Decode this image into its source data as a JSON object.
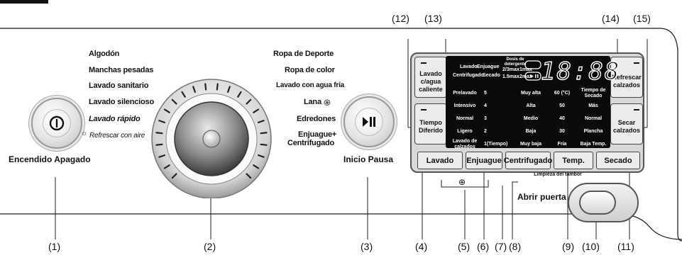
{
  "callouts": {
    "c1": "(1)",
    "c2": "(2)",
    "c3": "(3)",
    "c4": "(4)",
    "c5": "(5)",
    "c6": "(6)",
    "c7": "(7)",
    "c8": "(8)",
    "c9": "(9)",
    "c10": "(10)",
    "c11": "(11)",
    "c12": "(12)",
    "c13": "(13)",
    "c14": "(14)",
    "c15": "(15)"
  },
  "power": {
    "label": "Encendido Apagado",
    "icon": "power-icon"
  },
  "start": {
    "label": "Inicio Pausa",
    "icon": "play-pause-icon"
  },
  "programs_left": {
    "p1": "Algodón",
    "p2": "Manchas pesadas",
    "p3": "Lavado sanitario",
    "p4": "Lavado silencioso",
    "p5": "Lavado rápido",
    "p6": "Refrescar con aire"
  },
  "programs_right": {
    "p1": "Ropa de Deporte",
    "p2": "Ropa de color",
    "p3": "Lavado con agua fría",
    "p4": "Lana",
    "p5": "Edredones",
    "p6a": "Enjuague+",
    "p6b": "Centrifugado"
  },
  "panel": {
    "btn_tl": "Lavado c/agua caliente",
    "btn_bl": "Tiempo Diferido",
    "btn_tr": "Refrescar calzados",
    "btn_br": "Secar calzados",
    "time_display": "18:88",
    "display_header": {
      "lavado": "Lavado",
      "enjuague": "Enjuague",
      "centrifugado": "Centrifugado",
      "secado": "Secado",
      "dose": "Dosis de detergente",
      "dose_a": "2/3max",
      "dose_b": "1max",
      "dose_c": "1.5max",
      "dose_d": "2max"
    },
    "col_wash": [
      "Prelavado",
      "Intensivo",
      "Normal",
      "Ligero",
      "Lavado de calzados"
    ],
    "col_rinse": [
      "5",
      "4",
      "3",
      "2",
      "1(Tiempo)"
    ],
    "col_spin": [
      "Muy alta",
      "Alta",
      "Medio",
      "Baja",
      "Muy baja"
    ],
    "col_temp": [
      "60 (°C)",
      "50",
      "40",
      "30",
      "Fría"
    ],
    "col_dry": [
      "Tiempo de Secado",
      "Más",
      "Normal",
      "Plancha",
      "Baja Temp."
    ],
    "bottom_buttons": [
      "Lavado",
      "Enjuague",
      "Centrifugado",
      "Temp.",
      "Secado"
    ],
    "drum_clean": "Limpieza del tambor",
    "door_open": "Abrir puerta"
  }
}
